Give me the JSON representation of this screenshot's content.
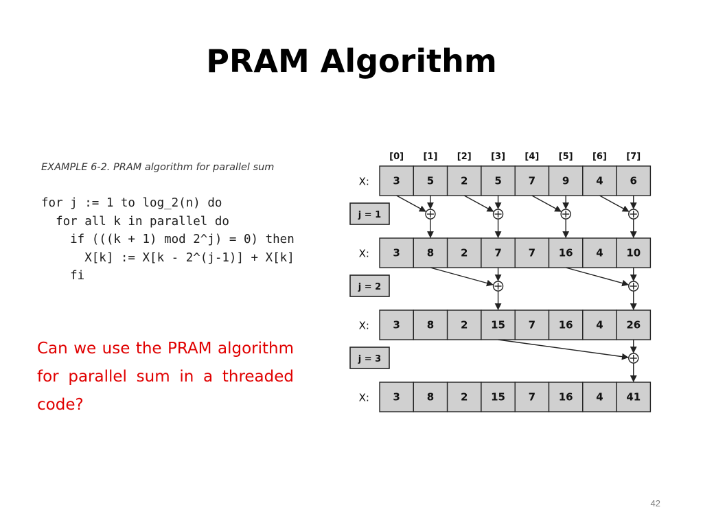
{
  "slide": {
    "title": "PRAM Algorithm",
    "example_caption": "EXAMPLE 6-2. PRAM algorithm for parallel sum",
    "code_lines": [
      "for j := 1 to log_2(n) do",
      "  for all k in parallel do",
      "    if (((k + 1) mod 2^j) = 0) then",
      "      X[k] := X[k - 2^(j-1)] + X[k]",
      "    fi"
    ],
    "question": "Can we use the PRAM algorithm for parallel sum in a threaded code?",
    "page_number": "42"
  },
  "diagram": {
    "indices": [
      "[0]",
      "[1]",
      "[2]",
      "[3]",
      "[4]",
      "[5]",
      "[6]",
      "[7]"
    ],
    "row_label": "X:",
    "rows": [
      [
        "3",
        "5",
        "2",
        "5",
        "7",
        "9",
        "4",
        "6"
      ],
      [
        "3",
        "8",
        "2",
        "7",
        "7",
        "16",
        "4",
        "10"
      ],
      [
        "3",
        "8",
        "2",
        "15",
        "7",
        "16",
        "4",
        "26"
      ],
      [
        "3",
        "8",
        "2",
        "15",
        "7",
        "16",
        "4",
        "41"
      ]
    ],
    "steps": [
      {
        "label": "j = 1",
        "pairs": [
          [
            0,
            1
          ],
          [
            2,
            3
          ],
          [
            4,
            5
          ],
          [
            6,
            7
          ]
        ]
      },
      {
        "label": "j = 2",
        "pairs": [
          [
            1,
            3
          ],
          [
            5,
            7
          ]
        ]
      },
      {
        "label": "j = 3",
        "pairs": [
          [
            3,
            7
          ]
        ]
      }
    ]
  }
}
